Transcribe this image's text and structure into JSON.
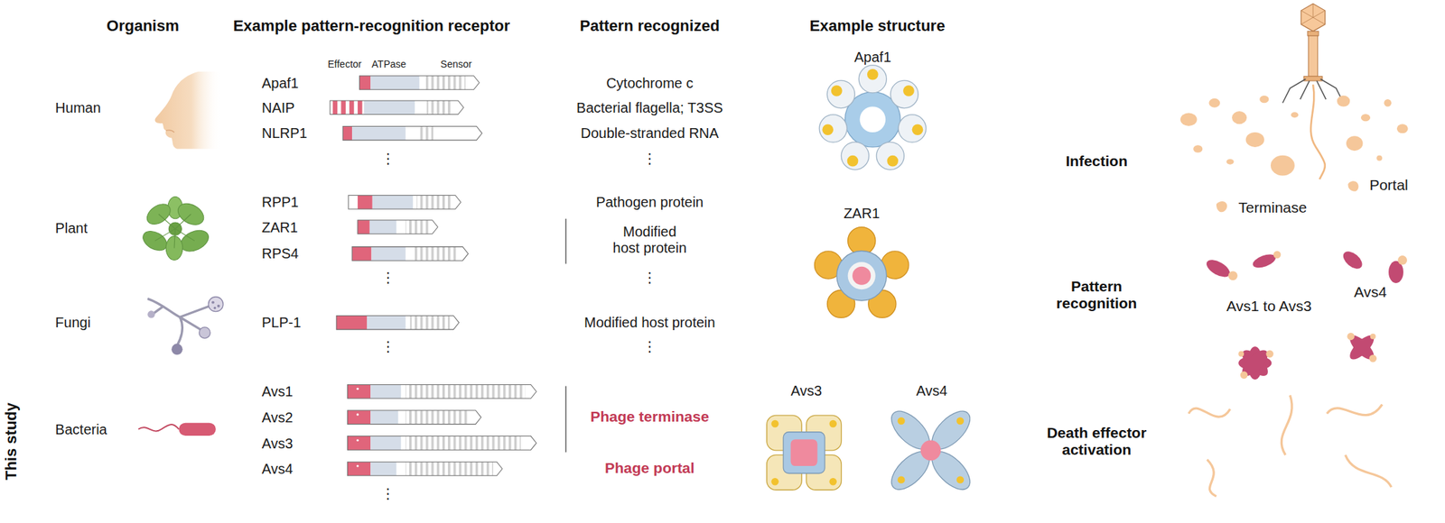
{
  "diagram": {
    "nodes": [
      {
        "text": [
          "This study",
          "Bacteria",
          "Avs1",
          "Avs2",
          "Avs3",
          "Avs4",
          "⋮",
          "Phage terminase",
          "Phage portal",
          "Avs3",
          "Avs4"
        ]
      },
      {
        "text": [
          "Terminase",
          "Portal",
          "Avs1 to Avs3",
          "Avs4"
        ]
      }
    ],
    "labels": [
      "Organism",
      "Example pattern-recognition receptor",
      "Pattern recognized",
      "Example structure",
      "Effector",
      "ATPase",
      "Sensor",
      "Human",
      "Apaf1",
      "NAIP",
      "NLRP1",
      "⋮",
      "Cytochrome c",
      "Bacterial flagella; T3SS",
      "Double-stranded RNA",
      "⋮",
      "Apaf1",
      "Plant",
      "RPP1",
      "ZAR1",
      "RPS4",
      "⋮",
      "Pathogen protein",
      "Modified host protein",
      "⋮",
      "ZAR1",
      "Fungi",
      "PLP-1",
      "⋮",
      "Modified host protein",
      "⋮",
      "Infection",
      "Pattern recognition",
      "Death effector activation"
    ]
  }
}
